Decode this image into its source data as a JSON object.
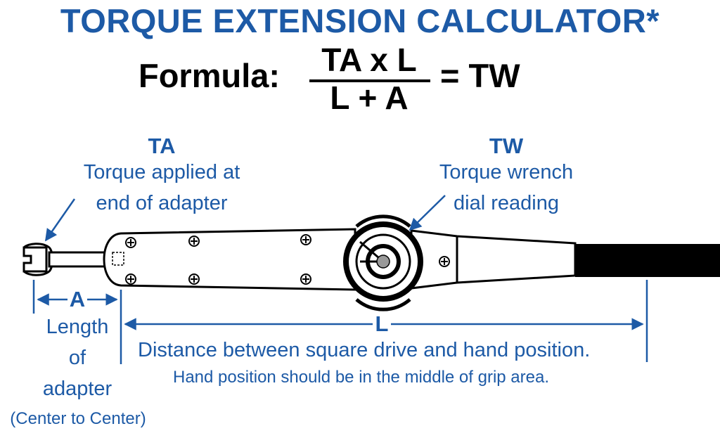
{
  "title": "TORQUE EXTENSION CALCULATOR*",
  "formula": {
    "label": "Formula:",
    "numerator": "TA x L",
    "denominator": "L + A",
    "result": "= TW"
  },
  "ta": {
    "abbr": "TA",
    "line1": "Torque applied at",
    "line2": "end of adapter"
  },
  "tw": {
    "abbr": "TW",
    "line1": "Torque wrench",
    "line2": "dial reading"
  },
  "a": {
    "abbr": "A",
    "line1": "Length",
    "line2": "of",
    "line3": "adapter",
    "note": "(Center to Center)"
  },
  "l": {
    "abbr": "L",
    "description": "Distance between square drive and hand position.",
    "note": "Hand position should be in the middle of grip area."
  },
  "colors": {
    "accent": "#1d5aa6",
    "ink": "#000000"
  }
}
